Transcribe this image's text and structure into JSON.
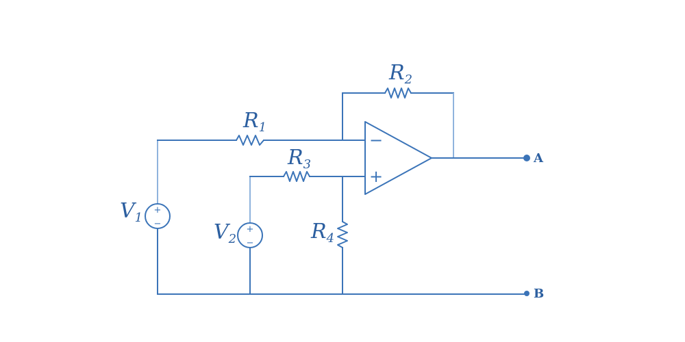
{
  "components": {
    "r1": {
      "name": "R",
      "sub": "1"
    },
    "r2": {
      "name": "R",
      "sub": "2"
    },
    "r3": {
      "name": "R",
      "sub": "3"
    },
    "r4": {
      "name": "R",
      "sub": "4"
    },
    "v1": {
      "name": "V",
      "sub": "1"
    },
    "v2": {
      "name": "V",
      "sub": "2"
    }
  },
  "opamp": {
    "minus": "−",
    "plus": "+"
  },
  "source_signs": {
    "plus": "+",
    "minus": "−"
  },
  "terminals": {
    "a": "A",
    "b": "B"
  },
  "colors": {
    "wire": "#3b74b8",
    "label": "#2c5fa0",
    "light_wire": "#8fb3dd"
  }
}
